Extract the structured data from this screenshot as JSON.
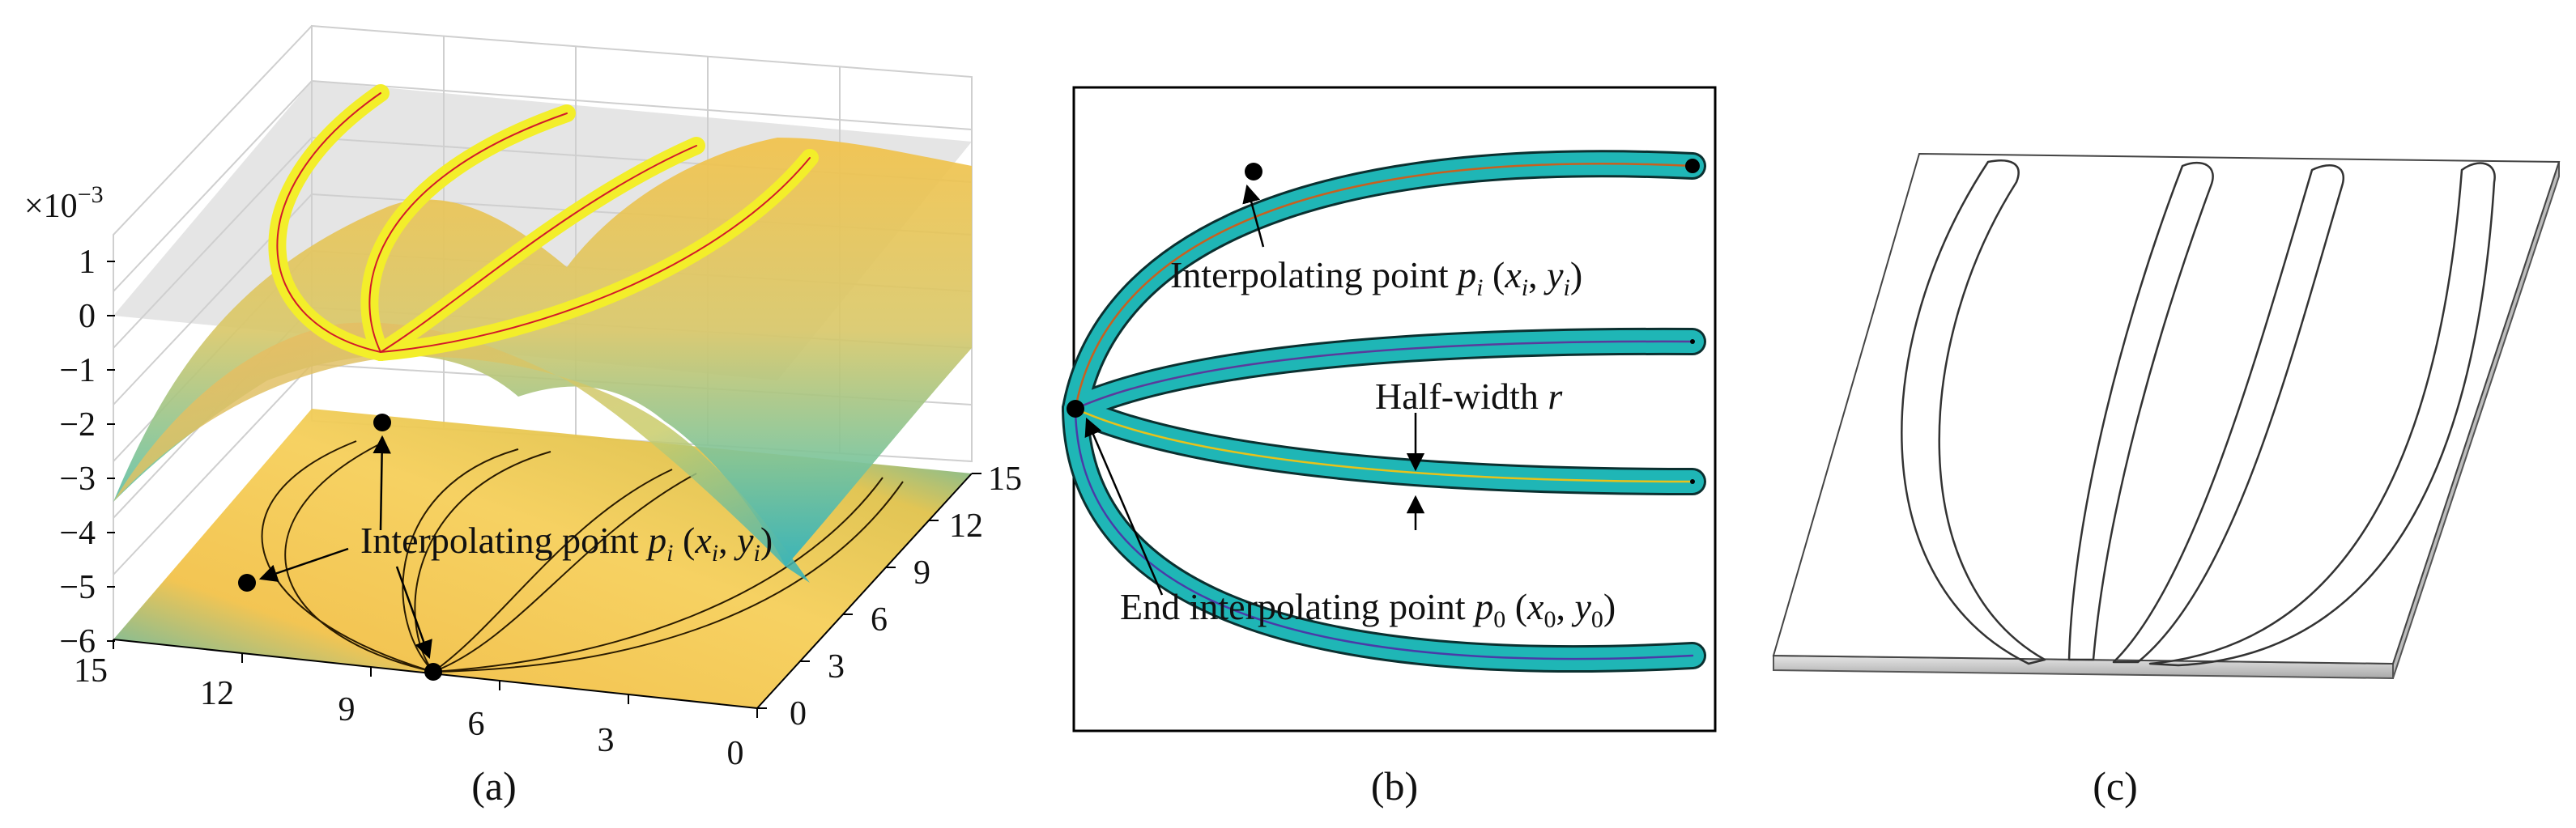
{
  "panel_a": {
    "caption": "(a)",
    "z_multiplier_base": "×10",
    "z_multiplier_exp": "−3",
    "z_ticks": [
      "1",
      "0",
      "−1",
      "−2",
      "−3",
      "−4",
      "−5",
      "−6"
    ],
    "x_ticks": [
      "15",
      "12",
      "9",
      "6",
      "3",
      "0"
    ],
    "y_ticks": [
      "0",
      "3",
      "6",
      "9",
      "12",
      "15"
    ],
    "annotation": {
      "lead": "Interpolating point ",
      "p": "p",
      "p_sub": "i",
      "open": " (",
      "x": "x",
      "x_sub": "i",
      "sep": ", ",
      "y": "y",
      "y_sub": "i",
      "close": ")"
    }
  },
  "panel_b": {
    "caption": "(b)",
    "interp": {
      "lead": "Interpolating point ",
      "p": "p",
      "p_sub": "i",
      "open": " (",
      "x": "x",
      "x_sub": "i",
      "sep": ", ",
      "y": "y",
      "y_sub": "i",
      "close": ")"
    },
    "halfwidth": {
      "lead": "Half-width ",
      "r": "r"
    },
    "end_point": {
      "lead": "End interpolating point ",
      "p": "p",
      "p_sub": "0",
      "open": " (",
      "x": "x",
      "x_sub": "0",
      "sep": ", ",
      "y": "y",
      "y_sub": "0",
      "close": ")"
    }
  },
  "panel_c": {
    "caption": "(c)"
  },
  "colors": {
    "channel_fill": "#1fb6b6",
    "channel_outline": "#0b3030",
    "ridge_yellow": "#f3ee2a",
    "ridge_red": "#d21a2a",
    "surface_warm": "#f2c24a",
    "surface_cool": "#2bb2c0",
    "plane_gray": "#d0d0d0"
  }
}
